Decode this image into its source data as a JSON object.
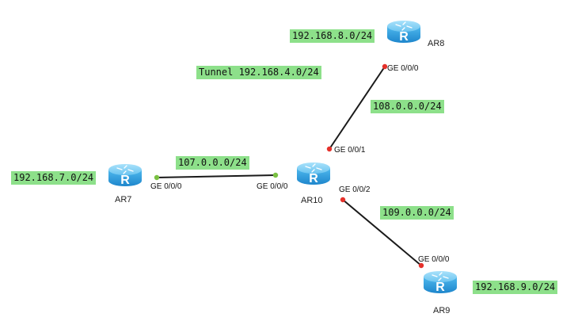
{
  "colors": {
    "link": "#1a1a1a",
    "port_up": "#7ac142",
    "port_down": "#e5312b",
    "label_bg": "#8de08a",
    "router_body": "#3aa8e6",
    "router_top": "#8fd6f7"
  },
  "routers": {
    "ar7": {
      "name": "AR7",
      "icon": "router-icon"
    },
    "ar8": {
      "name": "AR8",
      "icon": "router-icon"
    },
    "ar9": {
      "name": "AR9",
      "icon": "router-icon"
    },
    "ar10": {
      "name": "AR10",
      "icon": "router-icon"
    }
  },
  "ports": {
    "ar7_ge0": "GE 0/0/0",
    "ar10_ge0": "GE 0/0/0",
    "ar10_ge1": "GE 0/0/1",
    "ar10_ge2": "GE 0/0/2",
    "ar8_ge0": "GE 0/0/0",
    "ar9_ge0": "GE 0/0/0"
  },
  "labels": {
    "lan_ar8": "192.168.8.0/24",
    "tunnel": "Tunnel 192.168.4.0/24",
    "link_ar8": "108.0.0.0/24",
    "lan_ar7": "192.168.7.0/24",
    "link_ar7": "107.0.0.0/24",
    "link_ar9": "109.0.0.0/24",
    "lan_ar9": "192.168.9.0/24"
  }
}
